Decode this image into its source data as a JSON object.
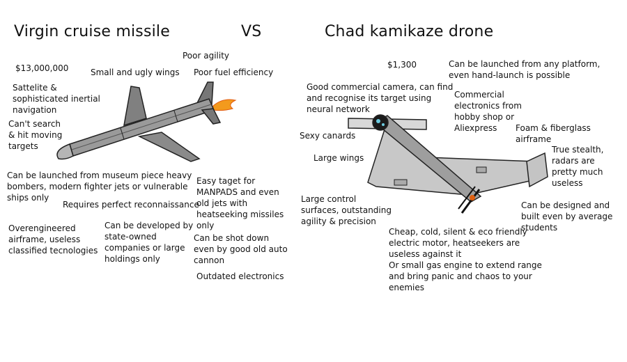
{
  "titles": {
    "left": "Virgin cruise missile",
    "vs": "VS",
    "right": "Chad kamikaze drone"
  },
  "missile": {
    "price": "$13,000,000",
    "wings": "Small and ugly wings",
    "agility": "Poor agility",
    "fuel": "Poor fuel efficiency",
    "navigation": "Sattelite &\nsophisticated inertial\nnavigation",
    "search": "Can't search\n& hit moving\ntargets",
    "launch": "Can be launched from museum piece heavy\nbombers, modern fighter jets or vulnerable\nships only",
    "recon": "Requires perfect reconnaissance",
    "manpads": "Easy taget for\nMANPADS and even\nold jets with\nheatseeking missiles\nonly",
    "engineering": "Overengineered\nairframe, useless\nclassified tecnologies",
    "developer": "Can be developed by\nstate-owned\ncompanies or large\nholdings only",
    "shotdown": "Can be shot down\neven by good old auto\ncannon",
    "electronics": "Outdated electronics"
  },
  "drone": {
    "price": "$1,300",
    "platform": "Can be launched from any platform,\neven hand-launch is possible",
    "camera": "Good commercial camera, can find\nand recognise its target using\nneural network",
    "commercial": "Commercial\nelectronics from\nhobby shop or\nAliexpress",
    "foam": "Foam & fiberglass\nairframe",
    "canards": "Sexy canards",
    "wings": "Large wings",
    "stealth": "True stealth,\nradars are\npretty much\nuseless",
    "control": "Large control\nsurfaces, outstanding\nagility & precision",
    "students": "Can be designed and\nbuilt even by average\nstudents",
    "motor": "Cheap, cold, silent & eco friendly\nelectric motor, heatseekers are\nuseless against it\nOr small gas engine to extend range\nand bring panic and chaos to your\nenemies"
  }
}
